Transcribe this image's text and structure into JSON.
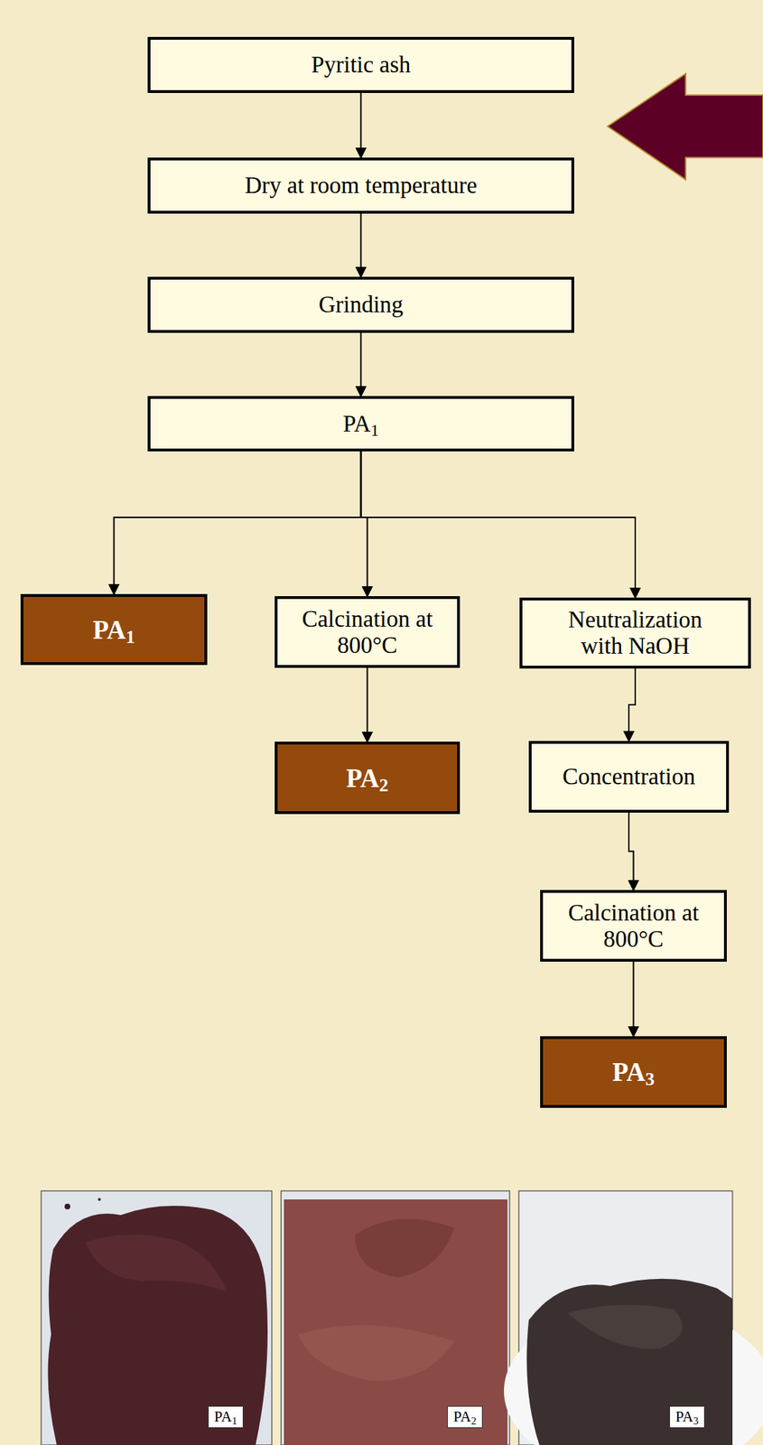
{
  "diagram": {
    "nodes": [
      {
        "text": [
          "Pyritic ash"
        ]
      },
      {
        "text": [
          "Dry at room temperature"
        ]
      },
      {
        "text": [
          "Grinding"
        ]
      },
      {
        "text": [
          "PA1"
        ]
      },
      {
        "text": [
          "PA1"
        ]
      },
      {
        "text": [
          "Calcination at 800°C"
        ]
      },
      {
        "text": [
          "Neutralization with NaOH"
        ]
      },
      {
        "text": [
          "PA2"
        ]
      },
      {
        "text": [
          "Concentration"
        ]
      },
      {
        "text": [
          "Calcination at 800°C"
        ]
      },
      {
        "text": [
          "PA3"
        ]
      }
    ],
    "edges": [
      {
        "from": 0,
        "to": 1,
        "arrow": "to"
      },
      {
        "from": 1,
        "to": 2,
        "arrow": "to"
      },
      {
        "from": 2,
        "to": 3,
        "arrow": "to"
      },
      {
        "from": 3,
        "to": 4,
        "arrow": "to"
      },
      {
        "from": 3,
        "to": 5,
        "arrow": "to"
      },
      {
        "from": 3,
        "to": 6,
        "arrow": "to"
      },
      {
        "from": 5,
        "to": 7,
        "arrow": "to"
      },
      {
        "from": 6,
        "to": 8,
        "arrow": "to"
      },
      {
        "from": 8,
        "to": 9,
        "arrow": "to"
      },
      {
        "from": 9,
        "to": 10,
        "arrow": "to"
      }
    ],
    "labels": [
      "PA1",
      "PA2",
      "PA3"
    ]
  }
}
